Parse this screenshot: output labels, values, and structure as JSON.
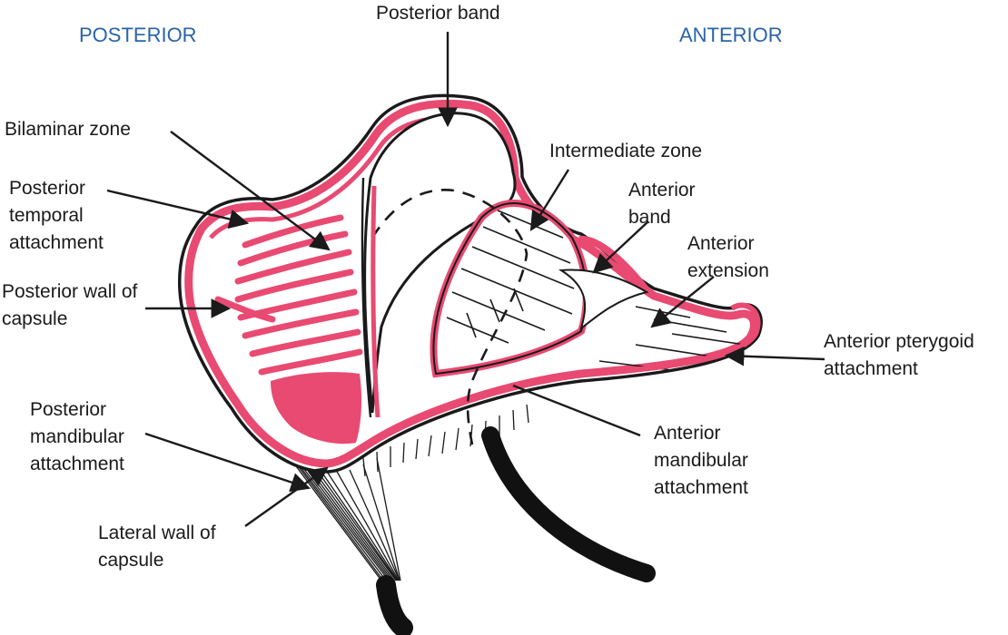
{
  "orientation": {
    "left": "POSTERIOR",
    "right": "ANTERIOR"
  },
  "labels": {
    "posterior_band": "Posterior band",
    "bilaminar_zone": "Bilaminar zone",
    "intermediate_zone": "Intermediate zone",
    "posterior_temporal_attachment": [
      "Posterior",
      "temporal",
      "attachment"
    ],
    "anterior_band": [
      "Anterior",
      "band"
    ],
    "anterior_extension": [
      "Anterior",
      "extension"
    ],
    "posterior_wall_of_capsule": [
      "Posterior wall of",
      "capsule"
    ],
    "anterior_pterygoid_attachment": [
      "Anterior pterygoid",
      "attachment"
    ],
    "posterior_mandibular_attachment": [
      "Posterior",
      "mandibular",
      "attachment"
    ],
    "anterior_mandibular_attachment": [
      "Anterior",
      "mandibular",
      "attachment"
    ],
    "lateral_wall_of_capsule": [
      "Lateral wall of",
      "capsule"
    ]
  },
  "colors": {
    "tissue": "#e84a72",
    "outline": "#1a1a1a",
    "orientation_text": "#2a63a8"
  }
}
